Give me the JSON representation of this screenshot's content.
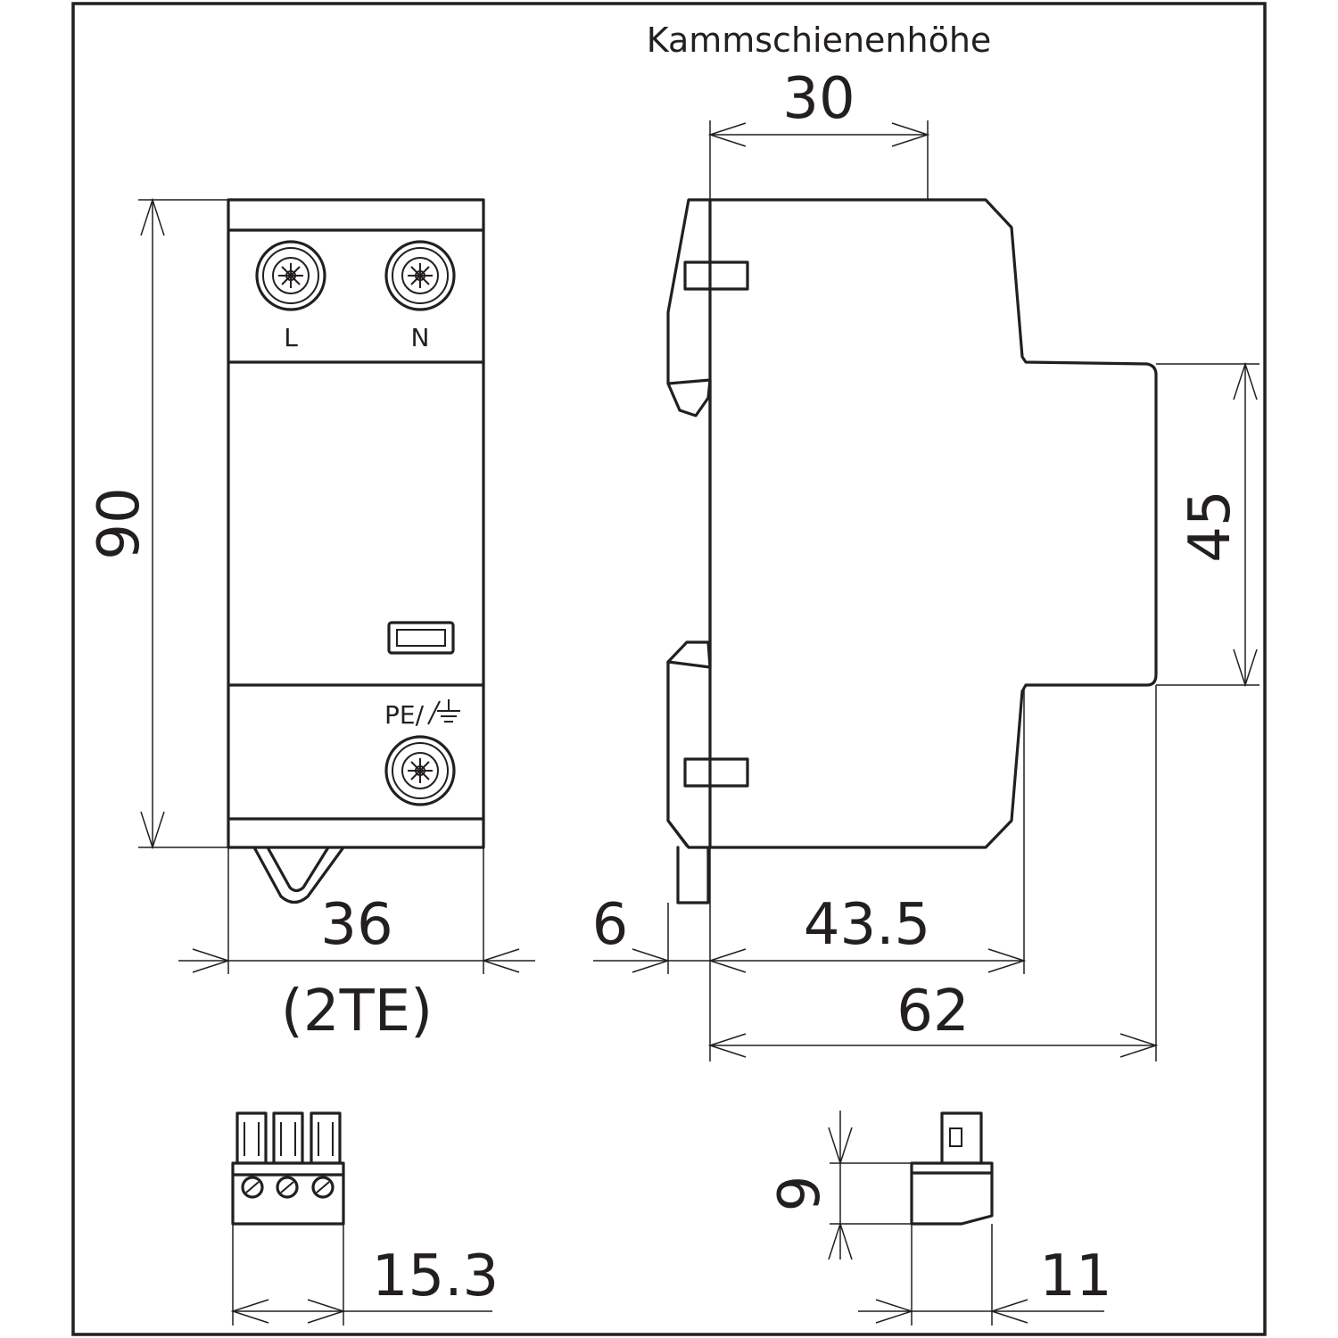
{
  "header": {
    "label": "Kammschienenhöhe"
  },
  "front_view": {
    "terminals": {
      "left": "L",
      "right": "N",
      "bottom": "PE/"
    },
    "dims": {
      "height": "90",
      "width": "36",
      "width_note": "(2TE)"
    }
  },
  "side_view": {
    "dims": {
      "comb_height": "30",
      "step": "45",
      "foot": "6",
      "body_depth": "43.5",
      "total_depth": "62"
    }
  },
  "connector_front": {
    "dims": {
      "width": "15.3"
    }
  },
  "connector_side": {
    "dims": {
      "height": "9",
      "depth": "11"
    }
  }
}
